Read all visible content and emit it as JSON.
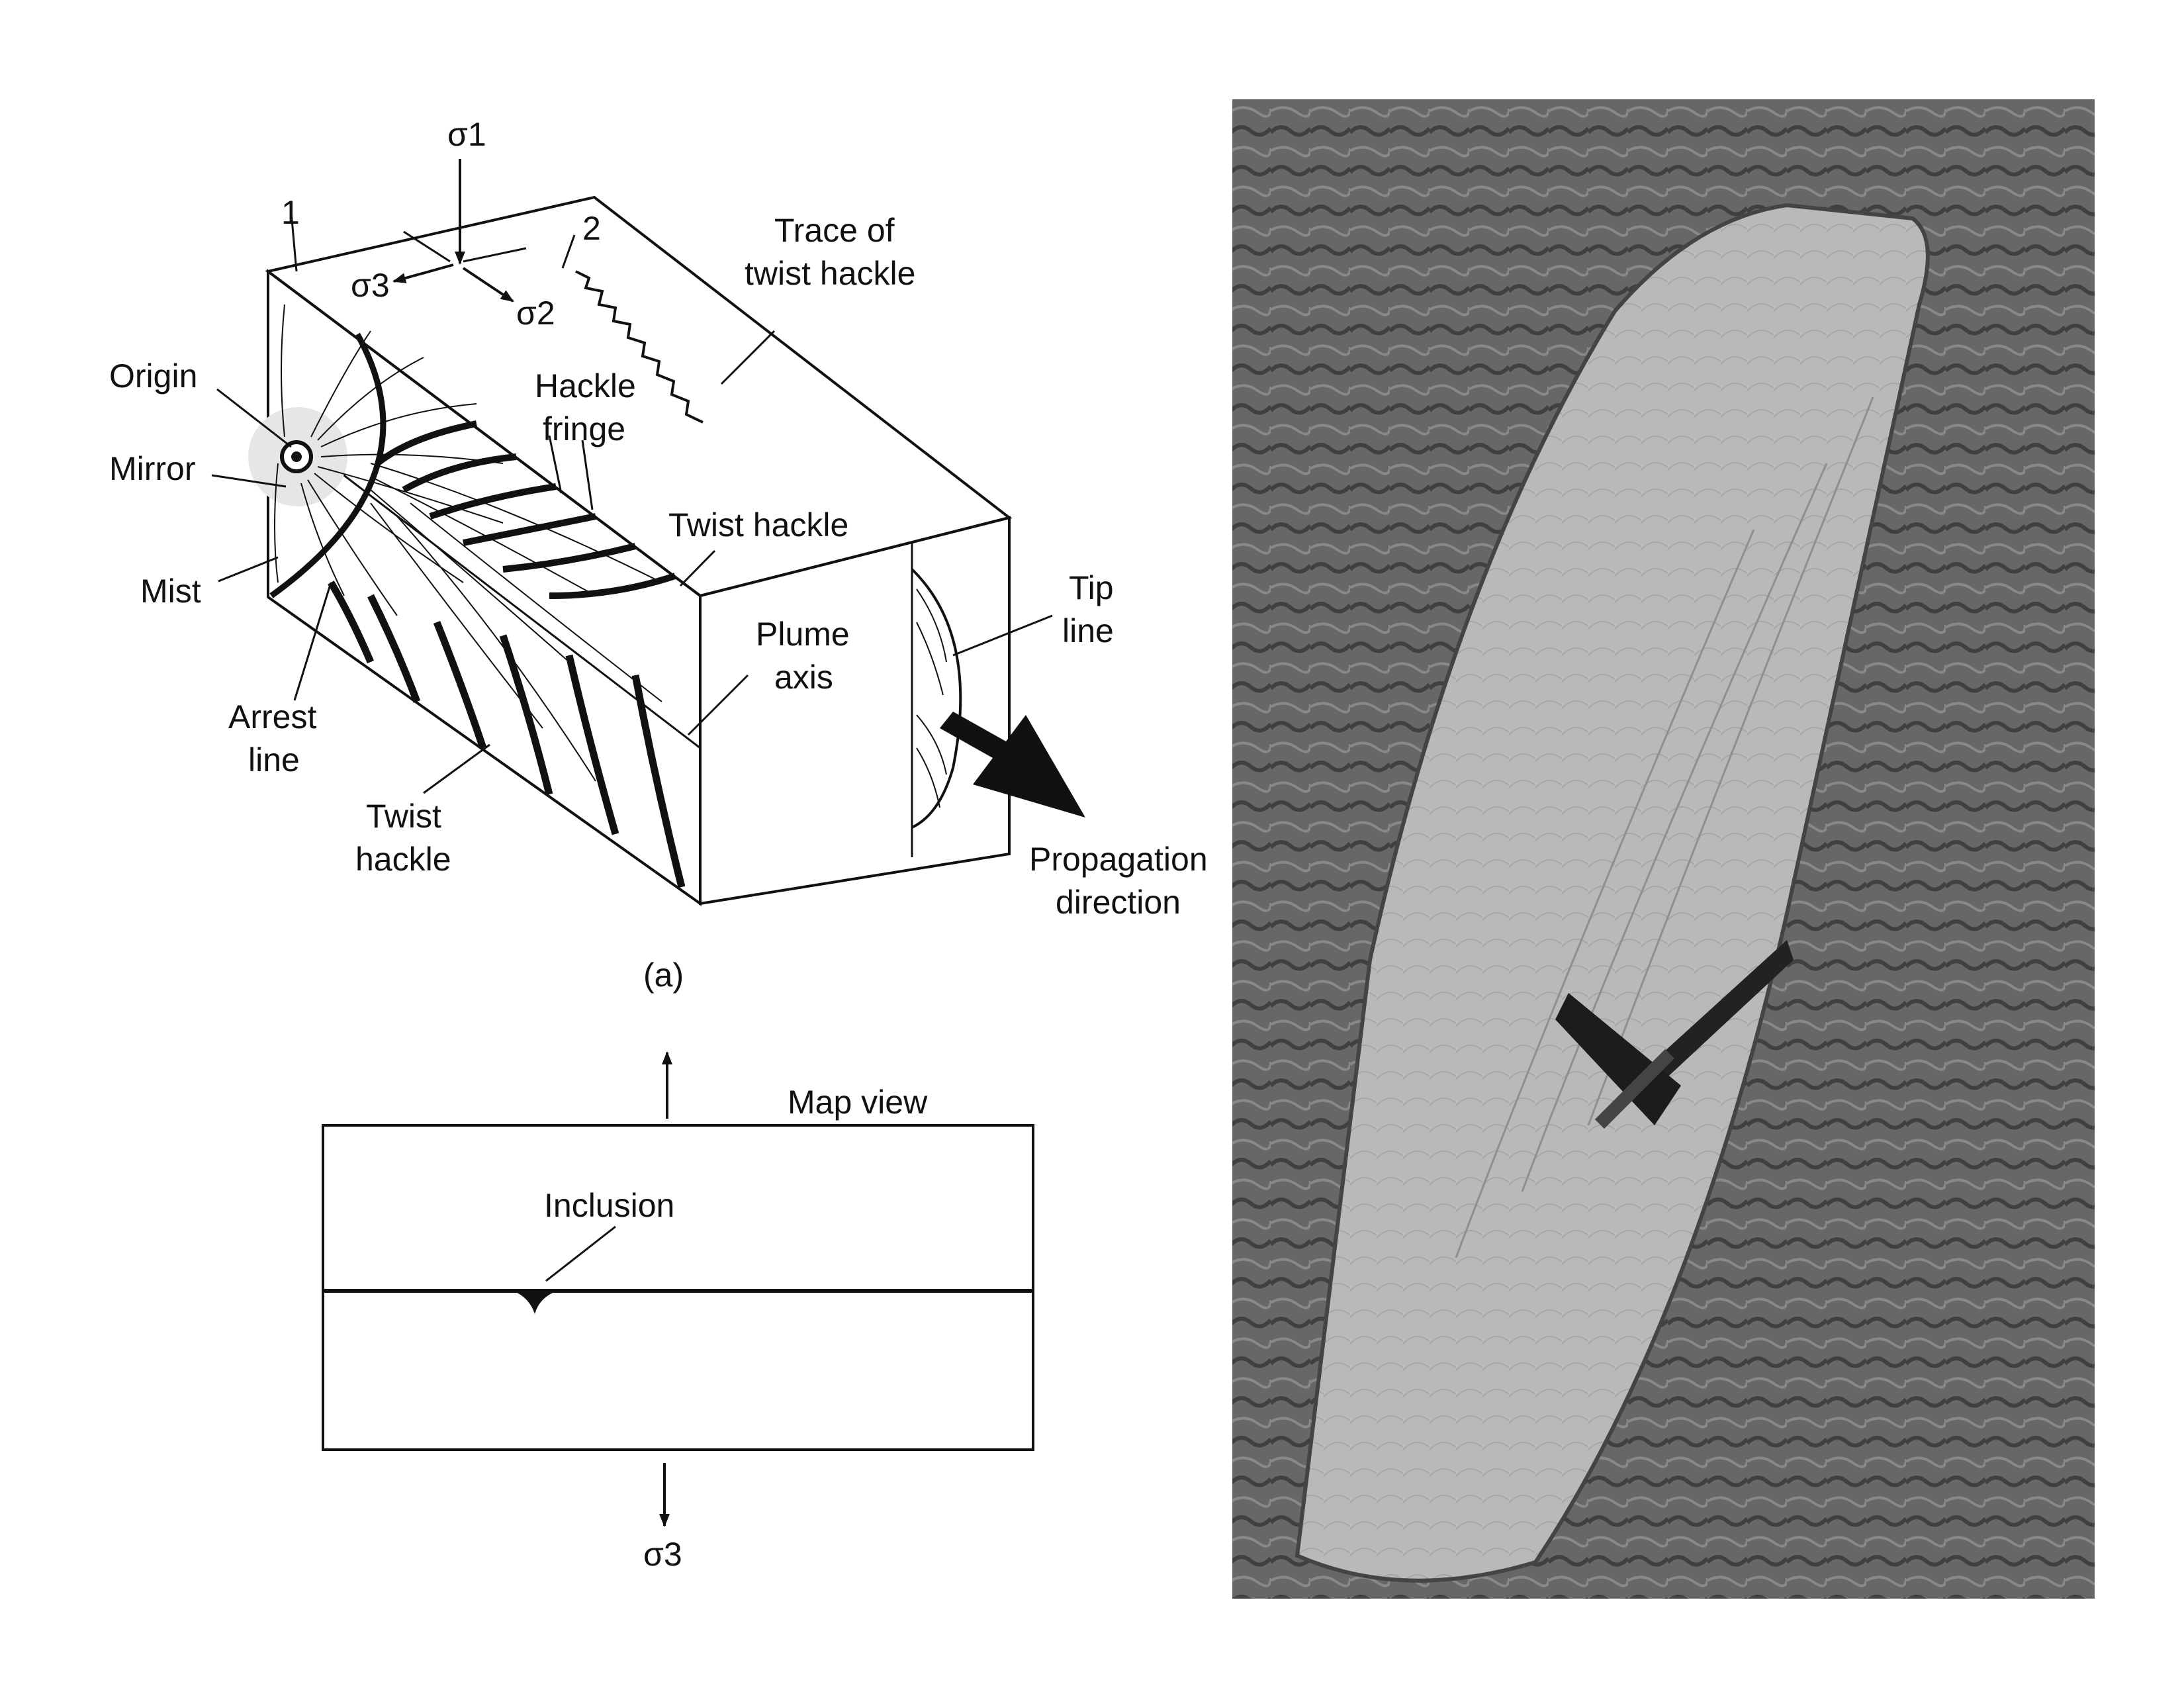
{
  "figure_a": {
    "stress_sigma1": "σ1",
    "stress_sigma2": "σ2",
    "stress_sigma3": "σ3",
    "marker_1": "1",
    "marker_2": "2",
    "label_origin": "Origin",
    "label_mirror": "Mirror",
    "label_mist": "Mist",
    "label_arrest_line": [
      "Arrest",
      "line"
    ],
    "label_twist_hackle_lower": [
      "Twist",
      "hackle"
    ],
    "label_hackle_fringe": [
      "Hackle",
      "fringe"
    ],
    "label_twist_hackle_upper": "Twist hackle",
    "label_trace_twist_hackle": [
      "Trace of",
      "twist hackle"
    ],
    "label_plume_axis": [
      "Plume",
      "axis"
    ],
    "label_tip_line": [
      "Tip",
      "line"
    ],
    "label_propagation": [
      "Propagation",
      "direction"
    ],
    "caption": "(a)"
  },
  "map_view": {
    "title": "Map view",
    "label_inclusion": "Inclusion",
    "stress_sigma3": "σ3"
  },
  "photo": {
    "subject": "plumose structure on joint surface with rock hammer for scale"
  }
}
